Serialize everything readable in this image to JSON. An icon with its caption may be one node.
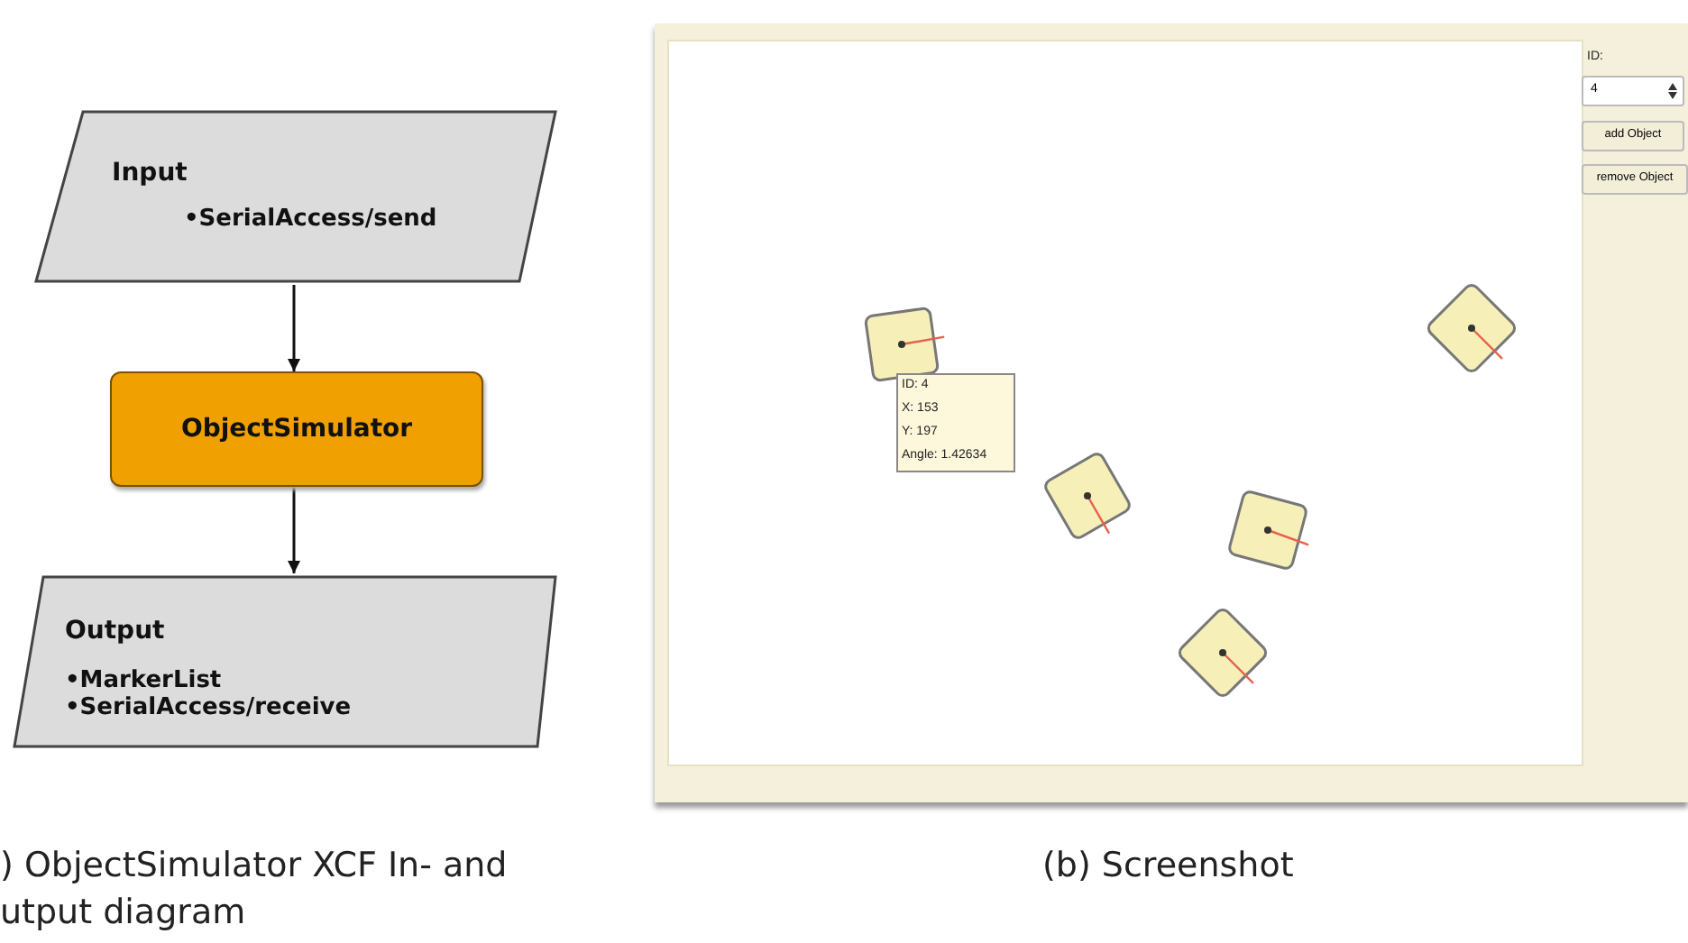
{
  "diagram": {
    "nodes": [
      {
        "text": [
          "Input",
          "•SerialAccess/send"
        ]
      },
      {
        "text": [
          "ObjectSimulator"
        ]
      },
      {
        "text": [
          "Output",
          "•MarkerList",
          "•SerialAccess/receive"
        ]
      }
    ],
    "edges": [
      {
        "from": 0,
        "to": 1,
        "arrow": "to"
      },
      {
        "from": 1,
        "to": 2,
        "arrow": "to"
      }
    ],
    "labels": [
      "ID:",
      "4",
      "add Object",
      "remove Object",
      "ID: 4",
      "X: 153",
      "Y: 197",
      "Angle: 1.42634",
      ") ObjectSimulator XCF In- and",
      "utput diagram",
      "(b) Screenshot"
    ]
  }
}
